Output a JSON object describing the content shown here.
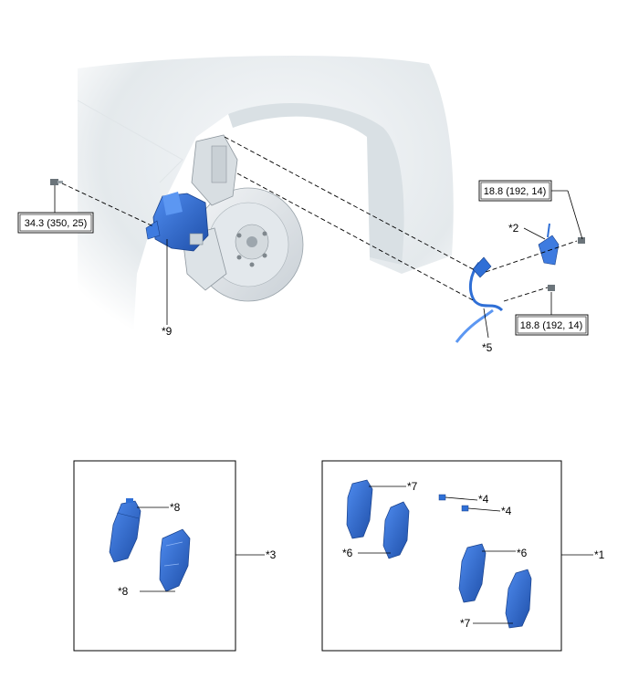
{
  "torques": {
    "caliper_bolt": "34.3 (350, 25)",
    "bracket_bolt_upper": "18.8 (192, 14)",
    "bracket_bolt_lower": "18.8 (192, 14)"
  },
  "callouts": {
    "c1": "*1",
    "c2": "*2",
    "c3": "*3",
    "c4a": "*4",
    "c4b": "*4",
    "c5": "*5",
    "c6a": "*6",
    "c6b": "*6",
    "c7a": "*7",
    "c7b": "*7",
    "c8a": "*8",
    "c8b": "*8",
    "c9": "*9"
  },
  "colors": {
    "part_blue": "#2f6fd6",
    "part_blue_dark": "#1f4fa8",
    "body_gray": "#e8ecef",
    "line": "#000000"
  }
}
